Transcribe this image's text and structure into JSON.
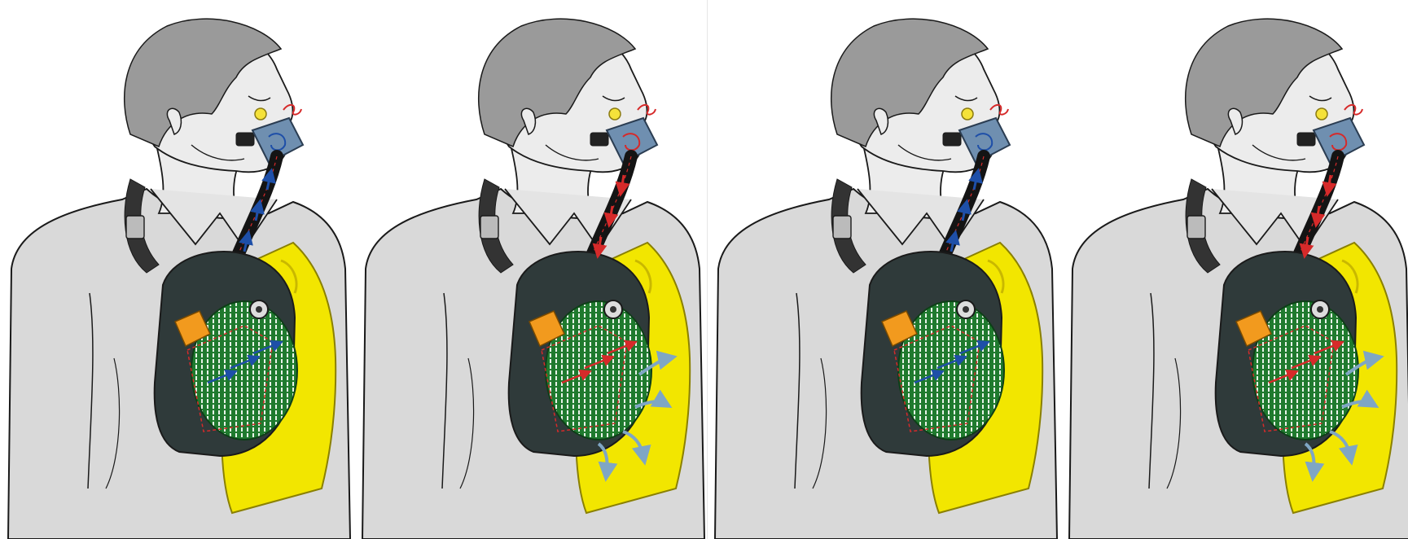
{
  "figure": {
    "panels": [
      {
        "id": "panel-1",
        "airflow": "inhale",
        "arrow_color": "#1e4fa8"
      },
      {
        "id": "panel-2",
        "airflow": "exhale",
        "arrow_color": "#d62a2a"
      },
      {
        "id": "panel-3",
        "airflow": "inhale",
        "arrow_color": "#1e4fa8"
      },
      {
        "id": "panel-4",
        "airflow": "exhale",
        "arrow_color": "#d62a2a"
      }
    ],
    "colors": {
      "hair": "#9a9a9a",
      "skin": "#ececec",
      "shirt": "#d9d9d9",
      "outline": "#1a1a1a",
      "bag": "#f2e600",
      "housing": "#2f3a3a",
      "canister": "#1f7a2e",
      "mouthpiece": "#6f8fb0",
      "cartridge": "#f29a1e",
      "hose": "#141414",
      "bulb": "#f5e23a",
      "flow_out": "#7fa6c4"
    }
  }
}
